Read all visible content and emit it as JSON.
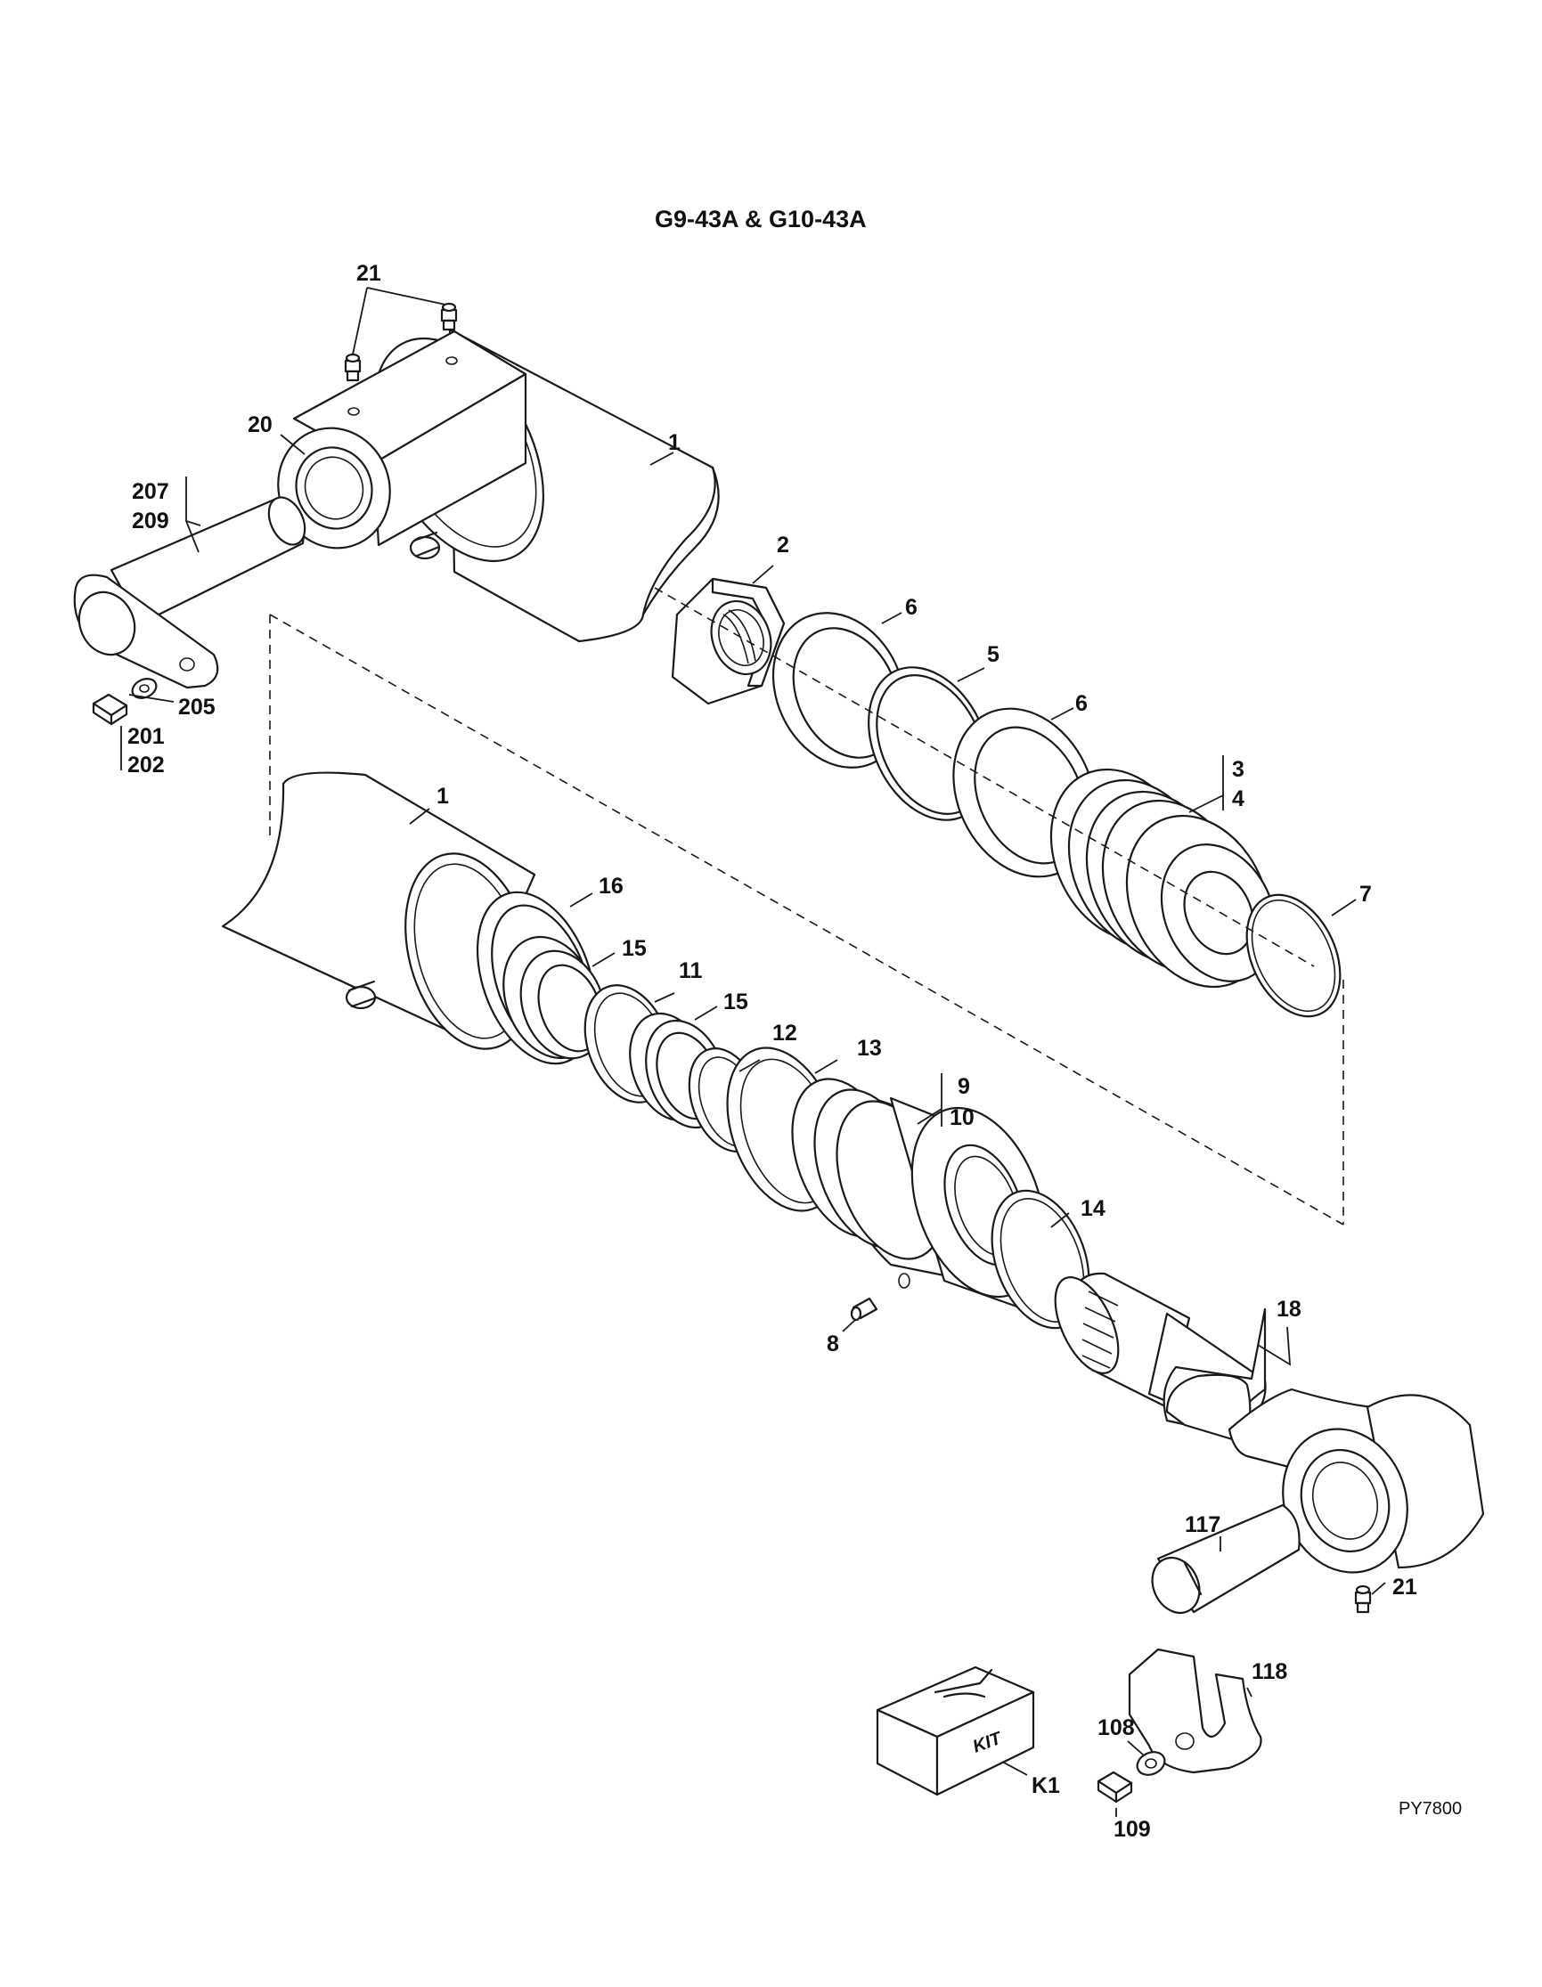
{
  "title": "G9-43A & G10-43A",
  "drawing_code": "PY7800",
  "kit_box_text": "KIT",
  "callouts": {
    "c21_top": "21",
    "c20": "20",
    "c1_top": "1",
    "c207": "207",
    "c209": "209",
    "c2": "2",
    "c6_a": "6",
    "c5": "5",
    "c6_b": "6",
    "c205": "205",
    "c201": "201",
    "c202": "202",
    "c3": "3",
    "c4": "4",
    "c1_mid": "1",
    "c7": "7",
    "c16": "16",
    "c15_a": "15",
    "c11": "11",
    "c15_b": "15",
    "c12": "12",
    "c13": "13",
    "c9": "9",
    "c10": "10",
    "c14": "14",
    "c8": "8",
    "c18": "18",
    "c117": "117",
    "c21_bot": "21",
    "c118": "118",
    "c108": "108",
    "c109": "109",
    "cK1": "K1"
  }
}
